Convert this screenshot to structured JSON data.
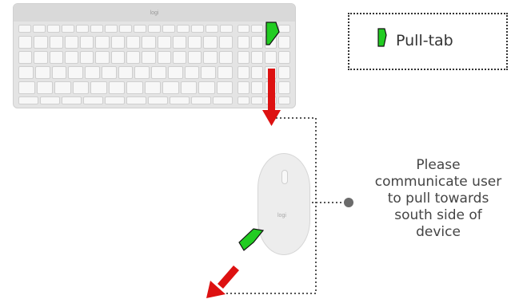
{
  "legend": {
    "label": "Pull-tab",
    "tab_icon": "green-pull-tab-icon"
  },
  "keyboard": {
    "logo": "logi"
  },
  "mouse": {
    "logo": "logi"
  },
  "instruction": {
    "lines": [
      "Please",
      "communicate user",
      "to pull towards",
      "south side of",
      "device"
    ]
  },
  "colors": {
    "pull_tab": "#22cc22",
    "arrow": "#dd1111",
    "connector": "#555555"
  }
}
